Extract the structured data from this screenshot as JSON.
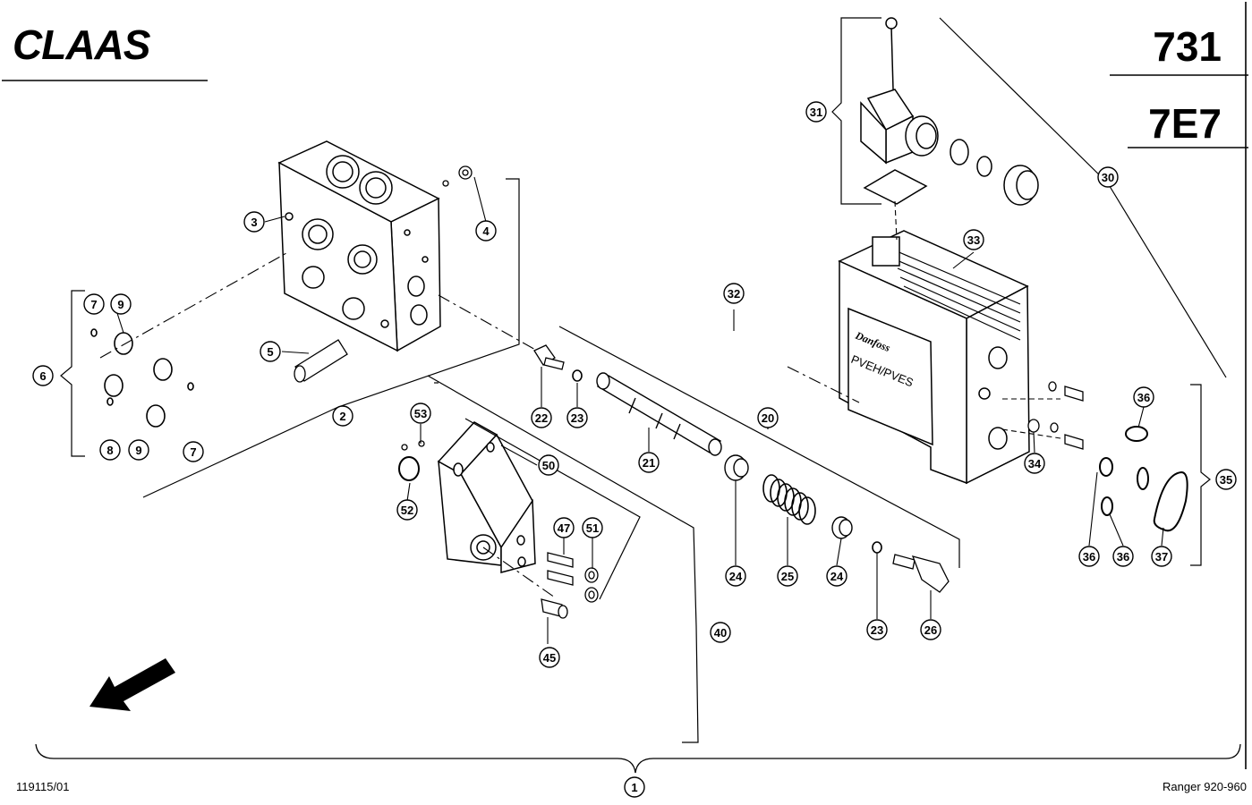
{
  "brand": "CLAAS",
  "page_number": "731",
  "group_code": "7E7",
  "drawing_number": "119115/01",
  "model": "Ranger 920-960",
  "part_labels": [
    "1",
    "2",
    "3",
    "4",
    "5",
    "6",
    "7",
    "7",
    "8",
    "9",
    "9",
    "20",
    "21",
    "22",
    "23",
    "23",
    "24",
    "24",
    "25",
    "26",
    "30",
    "31",
    "32",
    "33",
    "34",
    "35",
    "36",
    "36",
    "36",
    "37",
    "40",
    "45",
    "47",
    "50",
    "51",
    "52",
    "53"
  ],
  "nameplate_text": "PVEH/PVES",
  "manufacturer_logo": "Danfoss"
}
